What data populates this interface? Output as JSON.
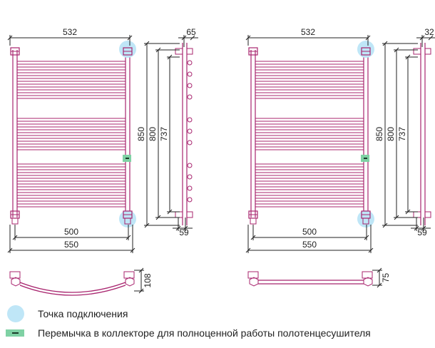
{
  "colors": {
    "rail": "#a8246e",
    "dimension": "#222222",
    "connection_point": "#bfe6f7",
    "jumper": "#7fd1a4"
  },
  "left_model": {
    "dim_top_width": "532",
    "dim_side_depth": "65",
    "dim_height": "850",
    "dim_inner_height": "800",
    "dim_axis_height": "737",
    "dim_offset": "59",
    "dim_axis_width": "500",
    "dim_total_width": "550",
    "dim_plan_depth": "108"
  },
  "right_model": {
    "dim_top_width": "532",
    "dim_side_depth": "32",
    "dim_height": "850",
    "dim_inner_height": "800",
    "dim_axis_height": "737",
    "dim_offset": "59",
    "dim_axis_width": "500",
    "dim_total_width": "550",
    "dim_plan_depth": "75"
  },
  "legend": {
    "connection_point": "Точка подключения",
    "jumper": "Перемычка в коллекторе для полноценной работы полотенцесушителя"
  }
}
